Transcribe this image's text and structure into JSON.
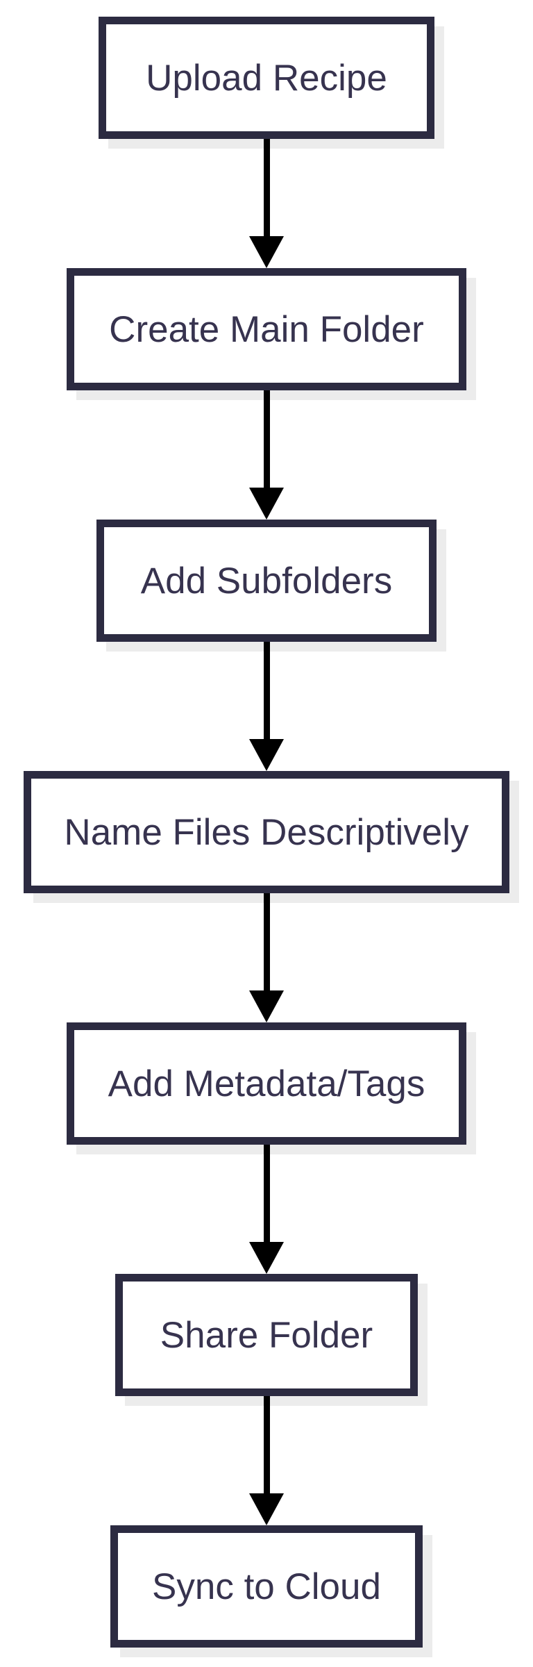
{
  "diagram": {
    "type": "flowchart",
    "direction": "top-down",
    "steps": [
      {
        "label": "Upload Recipe"
      },
      {
        "label": "Create Main Folder"
      },
      {
        "label": "Add Subfolders"
      },
      {
        "label": "Name Files Descriptively"
      },
      {
        "label": "Add Metadata/Tags"
      },
      {
        "label": "Share Folder"
      },
      {
        "label": "Sync to Cloud"
      }
    ],
    "connections": [
      {
        "from": "Upload Recipe",
        "to": "Create Main Folder"
      },
      {
        "from": "Create Main Folder",
        "to": "Add Subfolders"
      },
      {
        "from": "Add Subfolders",
        "to": "Name Files Descriptively"
      },
      {
        "from": "Name Files Descriptively",
        "to": "Add Metadata/Tags"
      },
      {
        "from": "Add Metadata/Tags",
        "to": "Share Folder"
      },
      {
        "from": "Share Folder",
        "to": "Sync to Cloud"
      }
    ],
    "colors": {
      "background": "#ffffff",
      "node_fill": "#ffffff",
      "node_border": "#2c2b41",
      "node_text": "#37334f",
      "arrow": "#000000",
      "shadow": "#ececec"
    }
  }
}
